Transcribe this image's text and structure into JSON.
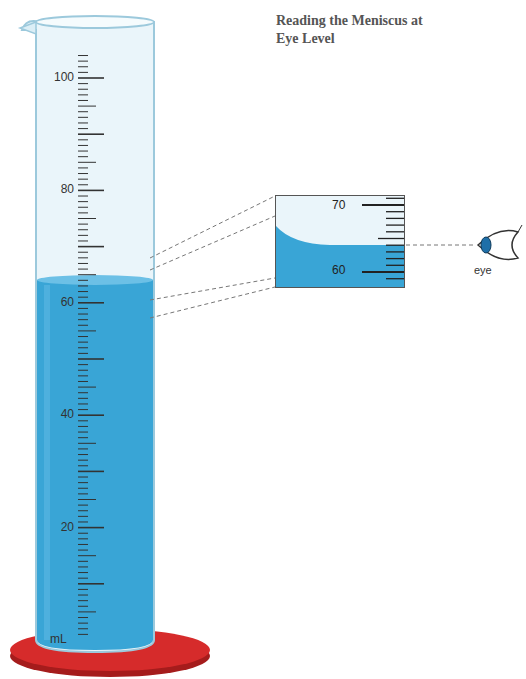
{
  "diagram": {
    "title": "Reading the Meniscus at Eye Level",
    "nodes": [
      {
        "text": [
          "70",
          "60"
        ]
      }
    ],
    "labels": [
      "100",
      "80",
      "60",
      "40",
      "20",
      "mL",
      "eye"
    ]
  }
}
